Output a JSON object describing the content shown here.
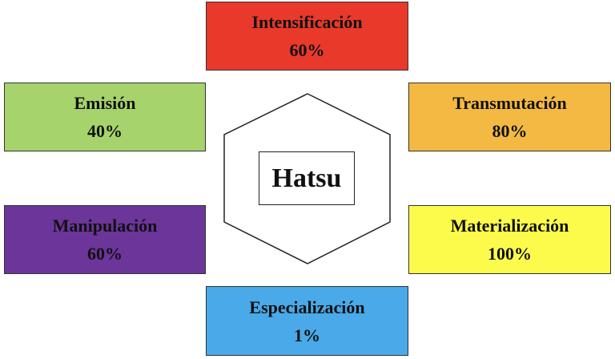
{
  "center": {
    "label": "Hatsu"
  },
  "categories": [
    {
      "name": "Intensificación",
      "value": "60%",
      "color": "#e8392b"
    },
    {
      "name": "Transmutación",
      "value": "80%",
      "color": "#f4b942"
    },
    {
      "name": "Materialización",
      "value": "100%",
      "color": "#fcfb4c"
    },
    {
      "name": "Especialización",
      "value": "1%",
      "color": "#4aa9e9"
    },
    {
      "name": "Manipulación",
      "value": "60%",
      "color": "#6b3599"
    },
    {
      "name": "Emisión",
      "value": "40%",
      "color": "#a6d36b"
    }
  ]
}
